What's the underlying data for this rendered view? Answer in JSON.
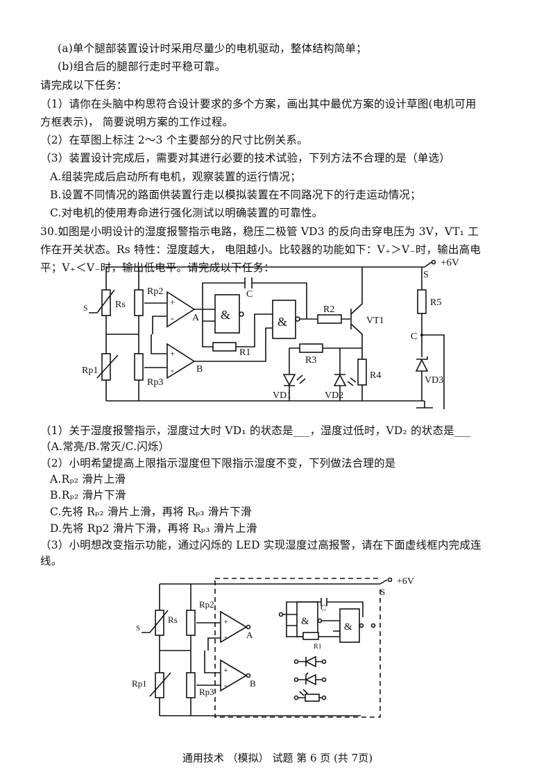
{
  "lines": [
    "(a)单个腿部装置设计时采用尽量少的电机驱动，整体结构简单；",
    "(b)组合后的腿部行走时平稳可靠。",
    "请完成以下任务：",
    "（1）请你在头脑中构思符合设计要求的多个方案，画出其中最优方案的设计草图(电机可用",
    "方框表示)，  简要说明方案的工作过程。",
    "（2）在草图上标注 2～3 个主要部分的尺寸比例关系。",
    "（3）装置设计完成后，需要对其进行必要的技术试验，下列方法不合理的是（单选）",
    "A.组装完成后启动所有电机，观察装置的运行情况；",
    "B.设置不同情况的路面供装置行走以模拟装置在不同路况下的行走运动情况；",
    "C.对电机的使用寿命进行强化测试以明确装置的可靠性。",
    "30.如图是小明设计的湿度报警指示电路，稳压二极管 VD3 的反向击穿电压为 3V，VT₁ 工",
    "作在开关状态。Rs 特性：湿度越大， 电阻越小。比较器的功能如下：V₊＞V₋时，输出高电",
    "平；V₊＜V₋时，输出低电平。请完成以下任务："
  ],
  "lines2": [
    "（1）关于湿度报警指示，湿度过大时 VD₁ 的状态是___，湿度过低时，VD₂ 的状态是___",
    "（A.常亮/B.常灭/C.闪烁）",
    "（2）小明希望提高上限指示湿度但下限指示湿度不变，下列做法合理的是",
    "A.Rₚ₂ 滑片上滑",
    "B.Rₚ₂ 滑片下滑",
    "C.先将 Rₚ₂ 滑片上滑，再将 Rₚ₃ 滑片下滑",
    "D.先将 Rp2 滑片下滑，再将 Rₚ₃ 滑片上滑",
    "（3）小明想改变指示功能，通过闪烁的 LED 实现湿度过高报警，请在下面虚线框内完成连",
    "线。"
  ],
  "circuit1": {
    "supply": "+6V",
    "switch": "S",
    "rs": "Rs",
    "rs_in": "S",
    "rp1": "Rp1",
    "rp2": "Rp2",
    "rp3": "Rp3",
    "plus": "+",
    "minus": "-",
    "a": "A",
    "b": "B",
    "gate": "&",
    "c": "C",
    "r1": "R1",
    "r2": "R2",
    "r3": "R3",
    "r4": "R4",
    "r5": "R5",
    "vt1": "VT1",
    "node_c": "C",
    "vd1": "VD1",
    "vd2": "VD2",
    "vd3": "VD3"
  },
  "circuit2": {
    "supply": "+6V",
    "switch": "S",
    "rs": "Rs",
    "rs_in": "S",
    "rp1": "Rp1",
    "rp2": "Rp2",
    "rp3": "Rp3",
    "plus": "+",
    "minus": "-",
    "a": "A",
    "b": "B",
    "gate": "&",
    "c": "C",
    "r1": "R1"
  },
  "footer": "通用技术 （模拟） 试题 第 6 页 (共 7页)"
}
